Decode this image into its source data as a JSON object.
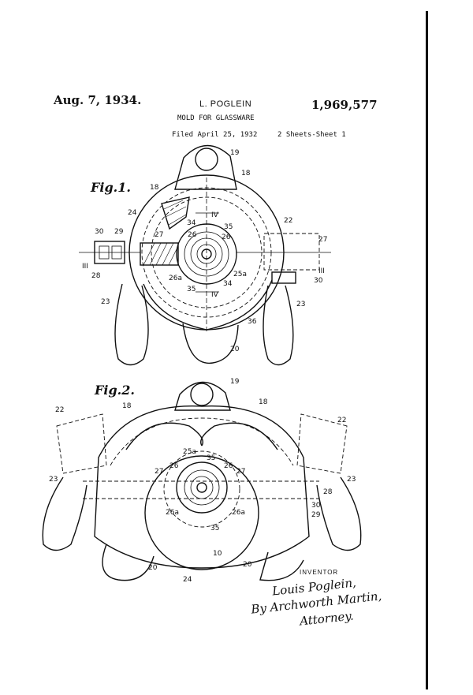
{
  "header": {
    "date": "Aug. 7, 1934.",
    "inventor_name": "L. POGLEIN",
    "patent_number": "1,969,577",
    "title": "MOLD FOR GLASSWARE",
    "filed": "Filed April 25, 1932",
    "sheets": "2 Sheets-Sheet 1"
  },
  "figures": {
    "fig1": {
      "label": "Fig.1.",
      "reference_numerals": [
        "19",
        "18",
        "18",
        "24",
        "22",
        "27",
        "30",
        "29",
        "27",
        "26",
        "34",
        "35",
        "III",
        "III",
        "28",
        "26a",
        "25a",
        "30",
        "23",
        "35",
        "34",
        "IV",
        "IV",
        "23",
        "36",
        "20"
      ]
    },
    "fig2": {
      "label": "Fig.2.",
      "reference_numerals": [
        "19",
        "18",
        "22",
        "18",
        "22",
        "25a",
        "35",
        "26",
        "26",
        "27",
        "27",
        "23",
        "23",
        "28",
        "30",
        "29",
        "26a",
        "26a",
        "35",
        "10",
        "20",
        "24",
        "20"
      ]
    }
  },
  "signature": {
    "inventor_label": "INVENTOR",
    "line1": "Louis Poglein,",
    "line2": "By Archworth Martin,",
    "line3": "Attorney."
  }
}
